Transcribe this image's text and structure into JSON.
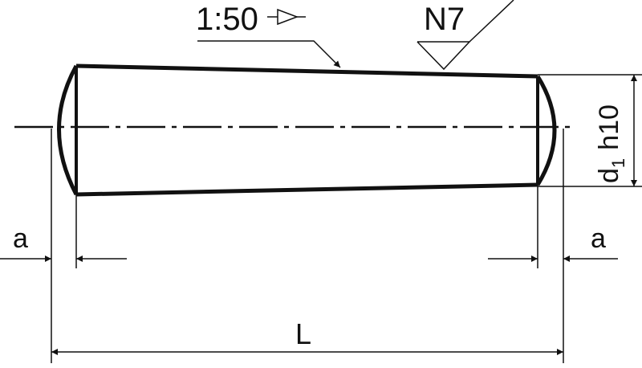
{
  "diagram": {
    "taper_label": "1:50",
    "surface_finish": "N7",
    "diameter_label": "d",
    "diameter_subscript": "1",
    "diameter_tolerance": "h10",
    "end_dim_left": "a",
    "end_dim_right": "a",
    "length_label": "L",
    "line_color": "#111111"
  }
}
